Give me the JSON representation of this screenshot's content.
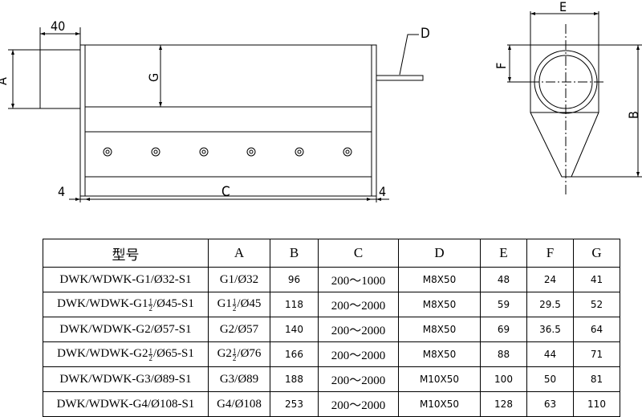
{
  "drawing": {
    "dim_length_top": "40",
    "label_A": "A",
    "label_G": "G",
    "label_D": "D",
    "label_C": "C",
    "dim_left": "4",
    "dim_right": "4",
    "label_E": "E",
    "label_F": "F",
    "label_B": "B"
  },
  "table": {
    "headers": [
      "型号",
      "A",
      "B",
      "C",
      "D",
      "E",
      "F",
      "G"
    ],
    "rows": [
      {
        "model": [
          "DWK/WDWK-G1/Ø32-S1"
        ],
        "a": [
          "G1/Ø32"
        ],
        "b": "96",
        "c": "200～1000",
        "d": "M8X50",
        "e": "48",
        "f": "24",
        "g": "41"
      },
      {
        "model": [
          "DWK/WDWK-G1",
          "1",
          "2",
          "/Ø45-S1"
        ],
        "a": [
          "G1",
          "1",
          "2",
          "/Ø45"
        ],
        "b": "118",
        "c": "200～2000",
        "d": "M8X50",
        "e": "59",
        "f": "29.5",
        "g": "52"
      },
      {
        "model": [
          "DWK/WDWK-G2/Ø57-S1"
        ],
        "a": [
          "G2/Ø57"
        ],
        "b": "140",
        "c": "200～2000",
        "d": "M8X50",
        "e": "69",
        "f": "36.5",
        "g": "64"
      },
      {
        "model": [
          "DWK/WDWK-G2",
          "1",
          "2",
          "/Ø65-S1"
        ],
        "a": [
          "G2",
          "1",
          "2",
          "/Ø76"
        ],
        "b": "166",
        "c": "200～2000",
        "d": "M8X50",
        "e": "88",
        "f": "44",
        "g": "71"
      },
      {
        "model": [
          "DWK/WDWK-G3/Ø89-S1"
        ],
        "a": [
          "G3/Ø89"
        ],
        "b": "188",
        "c": "200～2000",
        "d": "M10X50",
        "e": "100",
        "f": "50",
        "g": "81"
      },
      {
        "model": [
          "DWK/WDWK-G4/Ø108-S1"
        ],
        "a": [
          "G4/Ø108"
        ],
        "b": "253",
        "c": "200～2000",
        "d": "M10X50",
        "e": "128",
        "f": "63",
        "g": "110"
      }
    ]
  }
}
